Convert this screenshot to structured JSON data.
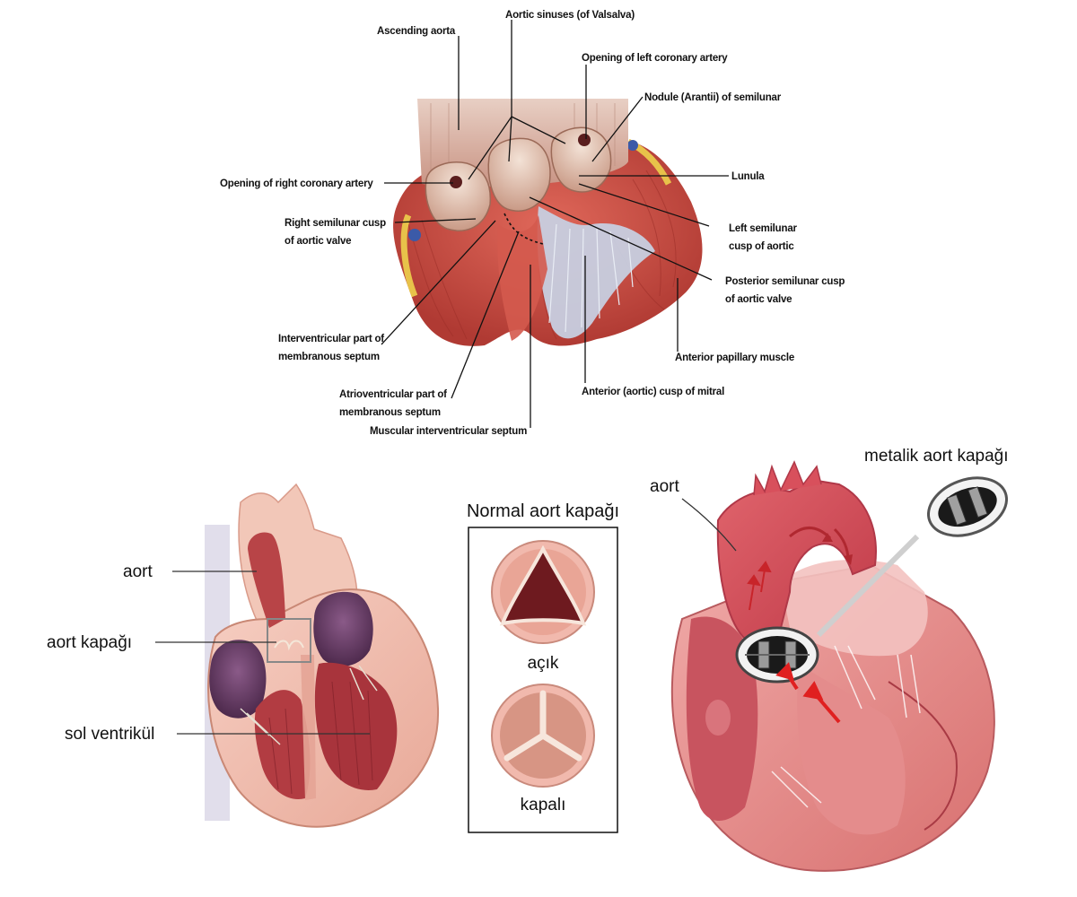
{
  "anatomy_labels": {
    "ascending_aorta": "Ascending aorta",
    "aortic_sinuses": "Aortic sinuses (of Valsalva)",
    "opening_left_coronary": "Opening of left coronary artery",
    "nodule_arantii": "Nodule (Arantii) of semilunar",
    "opening_right_coronary": "Opening of right coronary artery",
    "lunula": "Lunula",
    "right_cusp_line1": "Right semilunar cusp",
    "right_cusp_line2": "of aortic valve",
    "left_cusp_line1": "Left semilunar",
    "left_cusp_line2": "cusp of aortic",
    "posterior_cusp_line1": "Posterior semilunar cusp",
    "posterior_cusp_line2": "of aortic valve",
    "interventricular_part_line1": "Interventricular part of",
    "interventricular_part_line2": "membranous septum",
    "anterior_papillary": "Anterior papillary muscle",
    "atrioventricular_part_line1": "Atrioventricular part of",
    "atrioventricular_part_line2": "membranous septum",
    "anterior_cusp_mitral": "Anterior (aortic) cusp of mitral",
    "muscular_septum": "Muscular interventricular septum"
  },
  "heart_labels": {
    "aort": "aort",
    "aort_kapagi": "aort kapağı",
    "sol_ventrikul": "sol ventrikül"
  },
  "valve_box": {
    "title": "Normal aort kapağı",
    "open_label": "açık",
    "closed_label": "kapalı"
  },
  "prosthetic_labels": {
    "aort": "aort",
    "metalik": "metalik aort kapağı"
  },
  "colors": {
    "muscle": "#c9463c",
    "aorta_wall": "#d7a89a",
    "cusp_gray": "#c9ccd6",
    "heart_pink": "#f3c4b7",
    "chamber_red": "#b23c42",
    "atrium_purple": "#6b3a68",
    "prosthetic_red": "#d6505b",
    "arrow_red": "#e02020"
  }
}
